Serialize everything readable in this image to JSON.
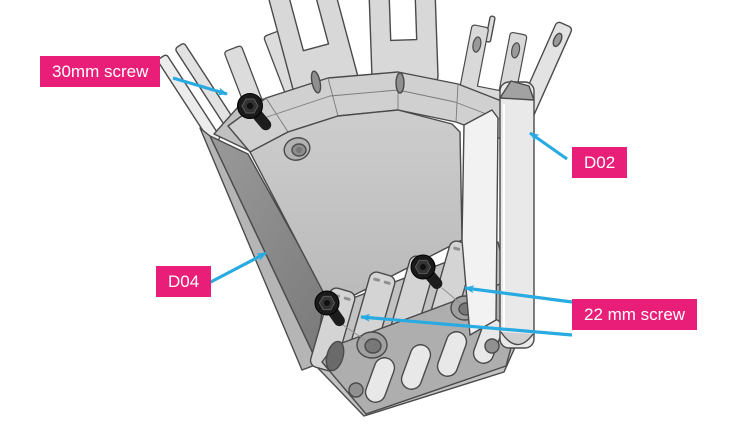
{
  "diagram": {
    "type": "annotated-cad-illustration",
    "subject": "palm-part-with-finger-mounts",
    "colors": {
      "background": "#ffffff",
      "label_background": "#e91e79",
      "label_text": "#ffffff",
      "arrow": "#29abe2",
      "part_outline": "#4a4a4a"
    },
    "callouts": [
      {
        "id": "callout-30mm-screw",
        "label": "30mm screw",
        "target": "upper-left-black-screw"
      },
      {
        "id": "callout-d02",
        "label": "D02",
        "target": "outer-right-rail"
      },
      {
        "id": "callout-d04",
        "label": "D04",
        "target": "left-side-edge"
      },
      {
        "id": "callout-22mm-screw",
        "label": "22 mm screw",
        "target": "two-wrist-screws"
      }
    ]
  }
}
